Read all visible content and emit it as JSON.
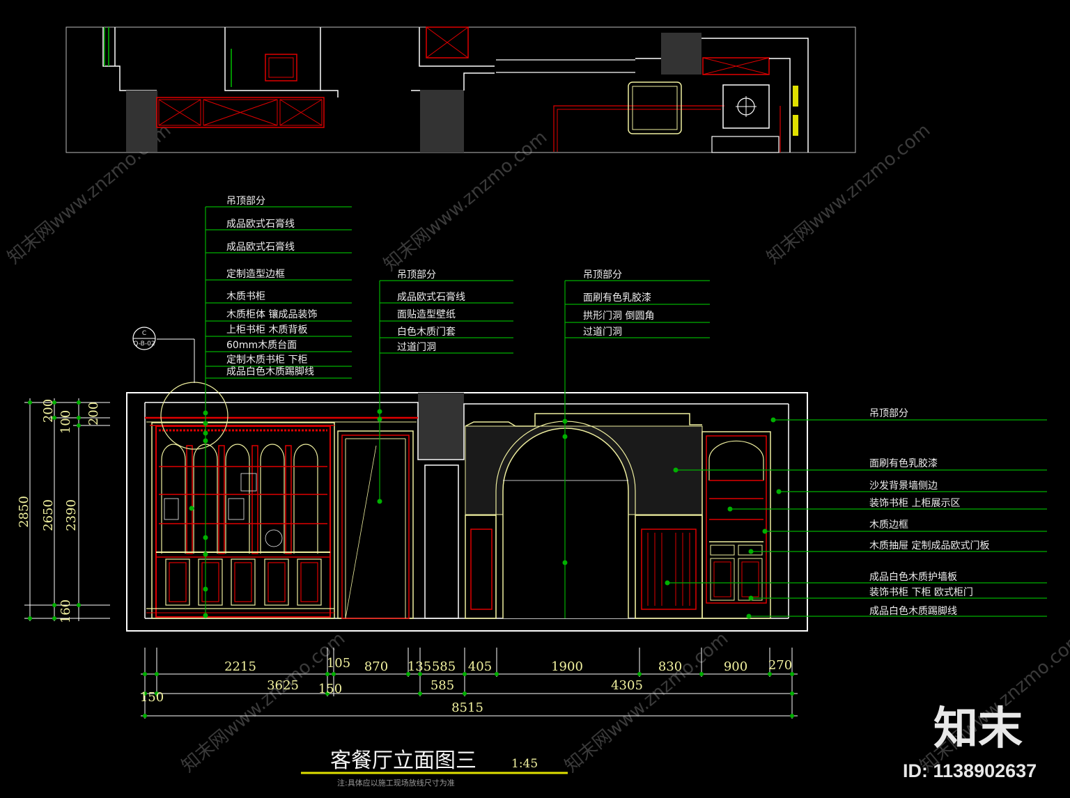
{
  "title": "客餐厅立面图三",
  "scale": "1:45",
  "note": "注:具体应以施工现场放线尺寸为准",
  "watermark": "知末网www.znzmo.com",
  "brand": {
    "logo": "知末",
    "id": "ID: 1138902637"
  },
  "callout": {
    "top": "C",
    "bottom": "Q-B-02"
  },
  "colors": {
    "background": "#000000",
    "leader": "#00b000",
    "cabinet": "#e00000",
    "outline": "#f0f0a0",
    "wall": "#ffffff",
    "column": "#333333"
  },
  "labels_left": [
    "吊顶部分",
    "成品欧式石膏线",
    "成品欧式石膏线",
    "定制造型边框",
    "木质书柜",
    "木质柜体 镶成品装饰",
    "上柜书柜  木质背板",
    "60mm木质台面",
    "定制木质书柜 下柜",
    "成品白色木质踢脚线"
  ],
  "labels_mid": [
    "吊顶部分",
    "成品欧式石膏线",
    "面贴造型壁纸",
    "白色木质门套",
    "过道门洞"
  ],
  "labels_arch": [
    "吊顶部分",
    "面刷有色乳胶漆",
    "拱形门洞 倒圆角",
    "过道门洞"
  ],
  "labels_right": [
    "吊顶部分",
    "面刷有色乳胶漆",
    "沙发背景墙侧边",
    "装饰书柜 上柜展示区",
    "木质边框",
    "木质抽屉 定制成品欧式门板",
    "成品白色木质护墙板",
    "装饰书柜 下柜 欧式柜门",
    "成品白色木质踢脚线"
  ],
  "dims_vertical": {
    "outer": [
      "2850"
    ],
    "middle": [
      "200",
      "2650",
      "160"
    ],
    "inner": [
      "100",
      "200",
      "2390"
    ]
  },
  "dims_horizontal": {
    "row1": [
      "2215",
      "105",
      "870",
      "135",
      "585",
      "405",
      "1900",
      "830",
      "900",
      "270"
    ],
    "row2": [
      "3625",
      "150",
      "585",
      "4305"
    ],
    "row3": [
      "150"
    ],
    "total": [
      "8515"
    ]
  }
}
